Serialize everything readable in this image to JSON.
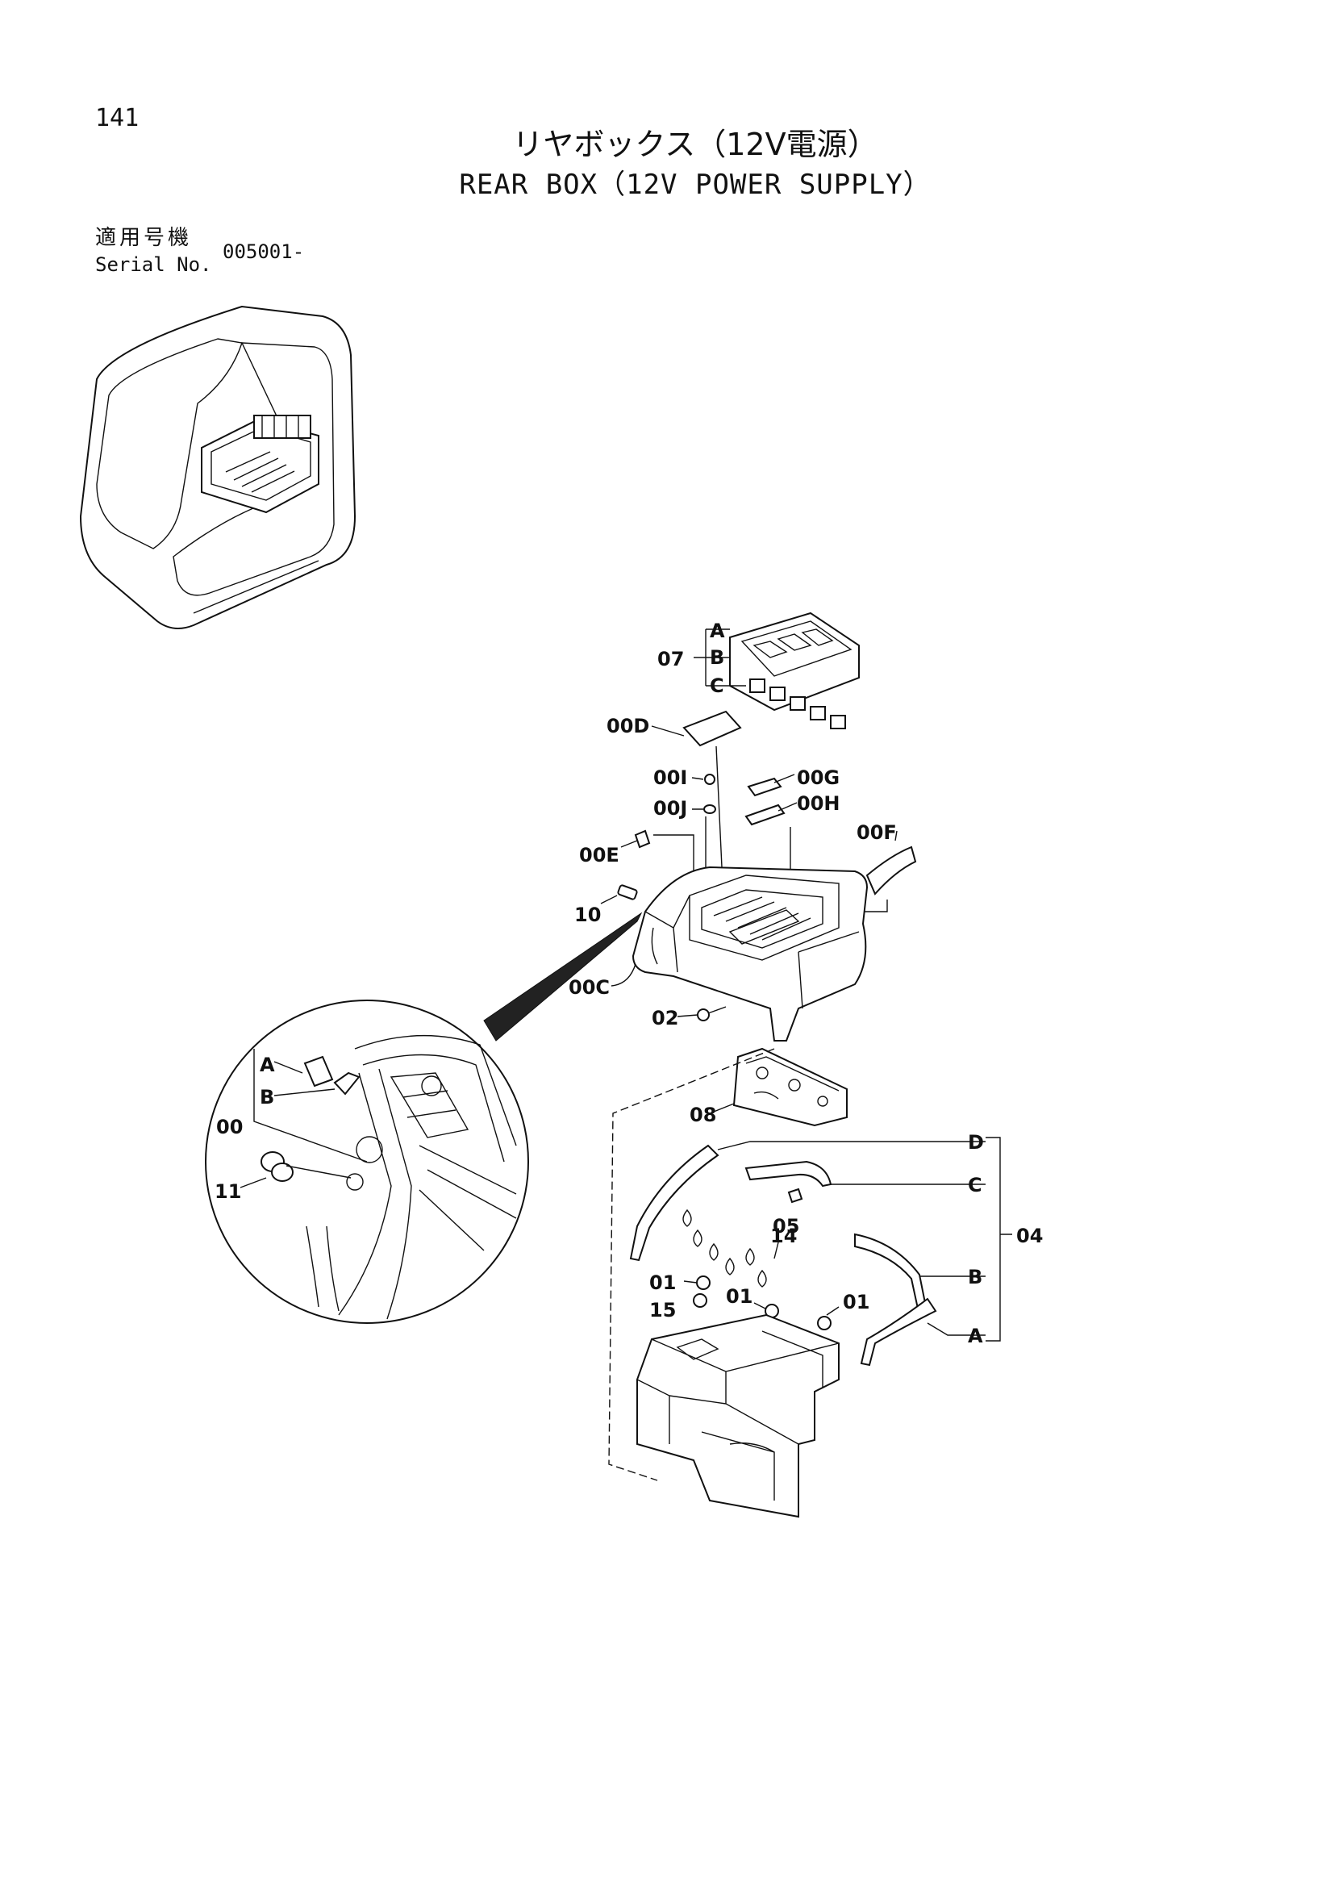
{
  "page_number": "141",
  "title_jp": "リヤボックス（12V電源）",
  "title_en": "REAR BOX（12V POWER SUPPLY）",
  "serial": {
    "label_jp": "適用号機",
    "label_en": "Serial No.",
    "value": "005001-"
  },
  "callouts": {
    "c07": "07",
    "c07A": "A",
    "c07B": "B",
    "c07C": "C",
    "c00D": "00D",
    "c00I": "00I",
    "c00J": "00J",
    "c00G": "00G",
    "c00H": "00H",
    "c00E": "00E",
    "c00F": "00F",
    "c10": "10",
    "c00C": "00C",
    "c02": "02",
    "c08": "08",
    "c04": "04",
    "c04A": "A",
    "c04B": "B",
    "c04C": "C",
    "c04D": "D",
    "c05": "05",
    "c14": "14",
    "c01a": "01",
    "c01b": "01",
    "c01c": "01",
    "c15": "15",
    "det00": "00",
    "detA": "A",
    "detB": "B",
    "det11": "11"
  }
}
